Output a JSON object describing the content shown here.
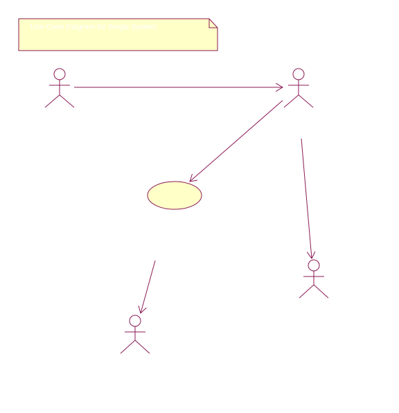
{
  "diagram": {
    "type": "use-case-diagram",
    "note": {
      "text": "Use Case Diagram for Single System"
    },
    "actors": [
      {
        "id": "actor-1",
        "label": ""
      },
      {
        "id": "actor-2",
        "label": ""
      },
      {
        "id": "actor-3",
        "label": ""
      },
      {
        "id": "actor-4",
        "label": ""
      }
    ],
    "use_cases": [
      {
        "id": "use-case-1",
        "label": ""
      }
    ],
    "associations": [
      {
        "from": "actor-1",
        "to": "actor-2"
      },
      {
        "from": "actor-2",
        "to": "use-case-1"
      },
      {
        "from": "actor-2",
        "to": "actor-4"
      },
      {
        "from": "use-case-1",
        "to": "actor-3"
      }
    ],
    "colors": {
      "line": "#8b1a55",
      "note_fill": "#ffffc8",
      "use_case_fill": "#ffffc8",
      "note_text": "#ffffff"
    }
  }
}
